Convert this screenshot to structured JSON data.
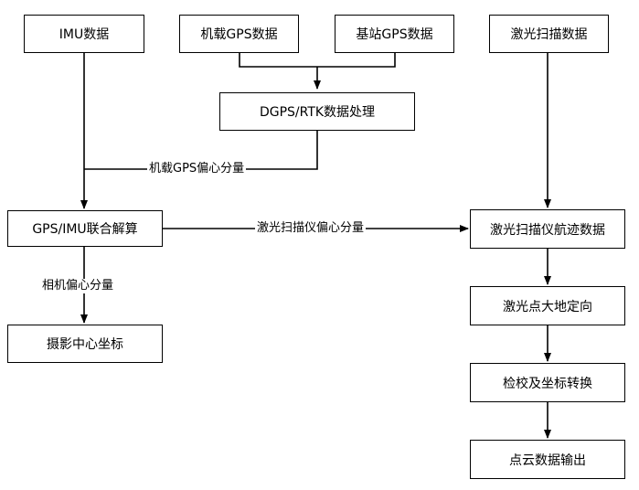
{
  "nodes": {
    "imu": "IMU数据",
    "airborne_gps": "机载GPS数据",
    "base_gps": "基站GPS数据",
    "laser_scan": "激光扫描数据",
    "dgps_rtk": "DGPS/RTK数据处理",
    "gps_imu": "GPS/IMU联合解算",
    "laser_track": "激光扫描仪航迹数据",
    "photo_center": "摄影中心坐标",
    "geo_orient": "激光点大地定向",
    "calib": "检校及坐标转换",
    "output": "点云数据输出"
  },
  "edges": {
    "gps_offset": "机载GPS偏心分量",
    "scanner_offset": "激光扫描仪偏心分量",
    "camera_offset": "相机偏心分量"
  }
}
